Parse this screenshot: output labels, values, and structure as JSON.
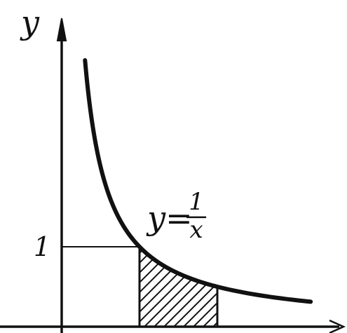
{
  "chart_data": {
    "type": "line",
    "title": "",
    "xlabel": "",
    "ylabel": "y",
    "xlim": [
      0,
      3.3
    ],
    "ylim": [
      0,
      3.35
    ],
    "grid": false,
    "series": [
      {
        "name": "",
        "function": "1/x",
        "x": [
          0.3,
          0.35,
          0.4,
          0.5,
          0.6,
          0.7,
          0.8,
          1.0,
          1.2,
          1.5,
          1.8,
          2.0,
          2.5,
          3.2
        ],
        "y": [
          3.33,
          2.86,
          2.5,
          2.0,
          1.67,
          1.43,
          1.25,
          1.0,
          0.83,
          0.67,
          0.56,
          0.5,
          0.4,
          0.31
        ]
      }
    ],
    "shaded_region": {
      "x_from": 1,
      "x_to": 2,
      "under": "1/x",
      "pattern": "hatched"
    },
    "guide_lines": [
      {
        "from": [
          0,
          1
        ],
        "to": [
          1,
          1
        ]
      }
    ],
    "y_ticks": [
      {
        "value": 1,
        "label": "1"
      }
    ],
    "annotation": {
      "at": [
        1.1,
        1.22
      ],
      "lhs": "y=",
      "numerator": "1",
      "denominator": "x"
    },
    "colors": {
      "ink": "#111111",
      "background": "#ffffff"
    }
  }
}
